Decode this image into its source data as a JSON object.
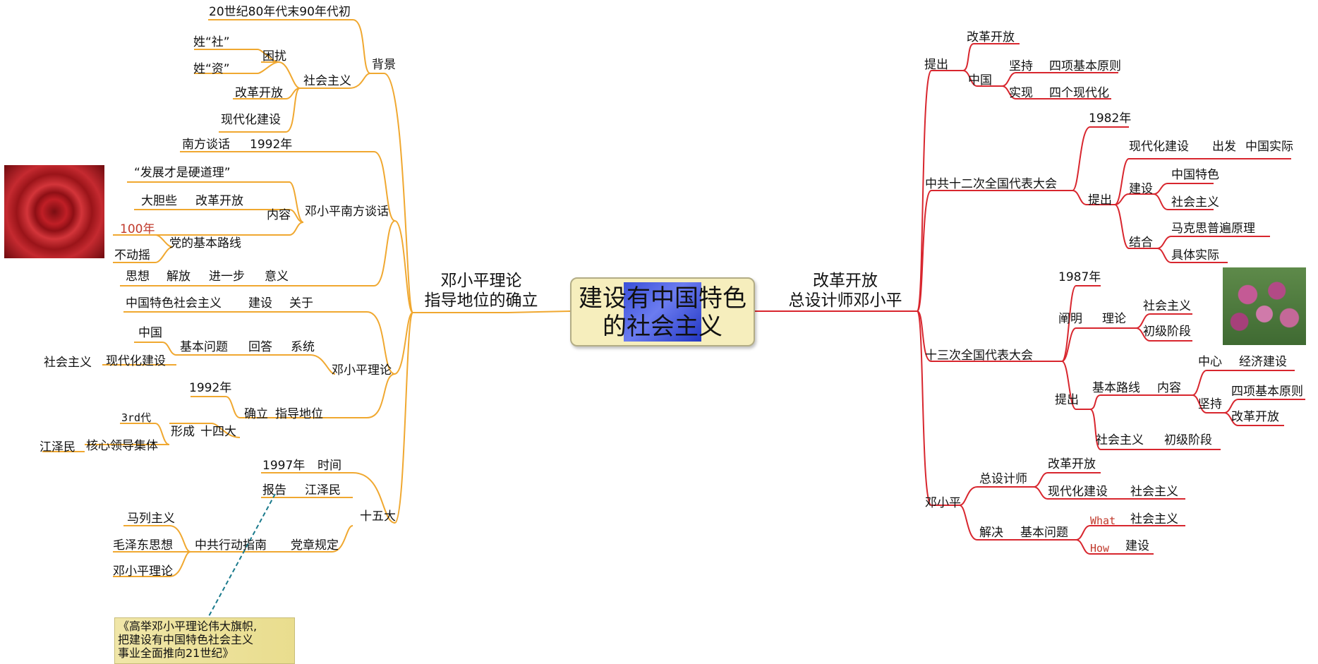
{
  "root": {
    "line1": "建设有中国特色",
    "line2": "的社会主义"
  },
  "left_main": {
    "line1": "邓小平理论",
    "line2": "指导地位的确立"
  },
  "right_main": {
    "line1": "改革开放",
    "line2": "总设计师邓小平"
  },
  "left": {
    "bg": "背景",
    "bg_time": "20世纪80年代末90年代初",
    "socialism": "社会主义",
    "trouble": "困扰",
    "xing_she": "姓“社”",
    "xing_zi": "姓“资”",
    "reform": "改革开放",
    "modernization": "现代化建设",
    "south_talk": "邓小平南方谈话",
    "south_talk_name": "南方谈话",
    "y1992": "1992年",
    "content": "内容",
    "dev_quote": "“发展才是硬道理”",
    "bolder": "大胆些",
    "reform2": "改革开放",
    "hundred": "100年",
    "party_line": "党的基本路线",
    "unshaken": "不动摇",
    "thought": "思想",
    "liberate": "解放",
    "further": "进一步",
    "meaning": "意义",
    "dxp_theory": "邓小平理论",
    "cs_socialism": "中国特色社会主义",
    "build": "建设",
    "about": "关于",
    "china": "中国",
    "basic_q": "基本问题",
    "answer": "回答",
    "system": "系统",
    "socialism2": "社会主义",
    "modernization2": "现代化建设",
    "y1992b": "1992年",
    "establish": "确立",
    "guide_pos": "指导地位",
    "third_gen": "3rd代",
    "form": "形成",
    "fourteenth": "十四大",
    "jiang": "江泽民",
    "core": "核心领导集体",
    "fifteenth": "十五大",
    "y1997": "1997年",
    "time": "时间",
    "report": "报告",
    "jiang2": "江泽民",
    "marxism": "马列主义",
    "mao": "毛泽东思想",
    "dxp": "邓小平理论",
    "guide": "中共行动指南",
    "charter": "党章规定"
  },
  "note": {
    "line1": "《高举邓小平理论伟大旗帜,",
    "line2": "把建设有中国特色社会主义",
    "line3": "事业全面推向21世纪》"
  },
  "right": {
    "propose": "提出",
    "reform": "改革开放",
    "china": "中国",
    "adhere": "坚持",
    "four_principles": "四项基本原则",
    "realize": "实现",
    "four_modern": "四个现代化",
    "congress12": "中共十二次全国代表大会",
    "y1982": "1982年",
    "modern_build": "现代化建设",
    "start": "出发",
    "china_reality": "中国实际",
    "build": "建设",
    "china_feature": "中国特色",
    "socialism": "社会主义",
    "combine": "结合",
    "marx_truth": "马克思普遍原理",
    "concrete": "具体实际",
    "propose2": "提出",
    "congress13": "十三次全国代表大会",
    "y1987": "1987年",
    "clarify": "阐明",
    "theory": "理论",
    "socialism2": "社会主义",
    "primary": "初级阶段",
    "propose3": "提出",
    "basic_line": "基本路线",
    "content": "内容",
    "center": "中心",
    "econ": "经济建设",
    "adhere2": "坚持",
    "four_principles2": "四项基本原则",
    "reform2": "改革开放",
    "socialism3": "社会主义",
    "primary2": "初级阶段",
    "dxp": "邓小平",
    "chief": "总设计师",
    "reform3": "改革开放",
    "modern2": "现代化建设",
    "socialism4": "社会主义",
    "solve": "解决",
    "basic_q": "基本问题",
    "what": "What",
    "socialism5": "社会主义",
    "how": "How",
    "build2": "建设"
  },
  "colors": {
    "left_branch": "#f0a830",
    "right_branch": "#d8262e",
    "note_link": "#1a7a8c"
  }
}
